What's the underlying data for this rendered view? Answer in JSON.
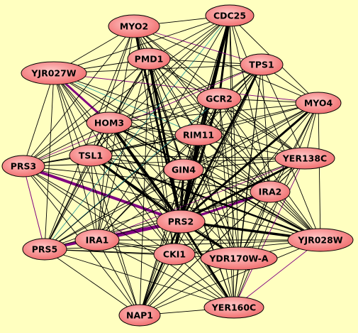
{
  "colors": {
    "background": "#ffffc0",
    "node_fill_light": "#ffc8c8",
    "node_fill_dark": "#f06a6a",
    "node_stroke": "#000000",
    "edge_black": "#000000",
    "edge_purple": "#800080",
    "edge_teal": "#2f9b9b"
  },
  "nodes": [
    {
      "id": "myo2",
      "label": "MYO2"
    },
    {
      "id": "cdc25",
      "label": "CDC25"
    },
    {
      "id": "pmd1",
      "label": "PMD1"
    },
    {
      "id": "tps1",
      "label": "TPS1"
    },
    {
      "id": "yjr027w",
      "label": "YJR027W"
    },
    {
      "id": "gcr2",
      "label": "GCR2"
    },
    {
      "id": "myo4",
      "label": "MYO4"
    },
    {
      "id": "hom3",
      "label": "HOM3"
    },
    {
      "id": "rim11",
      "label": "RIM11"
    },
    {
      "id": "tsl1",
      "label": "TSL1"
    },
    {
      "id": "yer138c",
      "label": "YER138C"
    },
    {
      "id": "prs3",
      "label": "PRS3"
    },
    {
      "id": "gin4",
      "label": "GIN4"
    },
    {
      "id": "ira2",
      "label": "IRA2"
    },
    {
      "id": "prs2",
      "label": "PRS2"
    },
    {
      "id": "ira1",
      "label": "IRA1"
    },
    {
      "id": "yjr028w",
      "label": "YJR028W"
    },
    {
      "id": "prs5",
      "label": "PRS5"
    },
    {
      "id": "cki1",
      "label": "CKI1"
    },
    {
      "id": "ydr170w-a",
      "label": "YDR170W-A"
    },
    {
      "id": "yer160c",
      "label": "YER160C"
    },
    {
      "id": "nap1",
      "label": "NAP1"
    }
  ]
}
